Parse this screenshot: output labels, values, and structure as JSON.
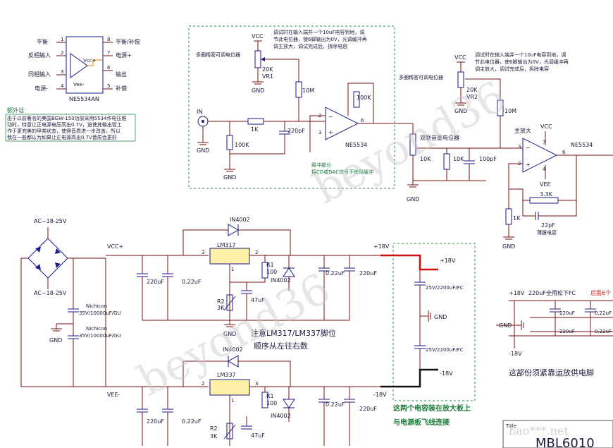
{
  "ic_pinout": {
    "pins_left": [
      "平衡",
      "反相输入",
      "同相输入",
      "电源-"
    ],
    "pins_right": [
      "平衡/补偿",
      "电源+",
      "输出",
      "补偿"
    ],
    "pin_numbers_left": [
      "1",
      "2",
      "3",
      "4"
    ],
    "pin_numbers_right": [
      "8",
      "7",
      "6",
      "5"
    ],
    "vcc": "Vcc+",
    "vee": "Vee-",
    "part": "NE5534AN"
  },
  "note": {
    "title": "额外话",
    "lines": [
      "由于以前著名的美国BGW-150功放采用5534作电压推",
      "动时，特意让正电源电压高出0.7V，迫使其输出管工",
      "作于更完美的甲类状态，使得音质进一步改善，所以",
      "我在一般都认为如果让正电源高出0.7V音质会更好"
    ]
  },
  "buffer": {
    "vcc": "VCC",
    "pot_label": "多圈精密可调电位器",
    "vr": "VR1",
    "vr_value": "20K",
    "r10m": "10M",
    "r100k": "100K",
    "in": "IN",
    "r1k": "1K",
    "r100k_in": "100K",
    "c220p": "220pF",
    "pin6": "6",
    "pin2": "2",
    "pin3": "3",
    "ic": "NE5534",
    "gnd": "GND",
    "instructions": [
      "调试时在输入端并一个10uF电容到地，调",
      "节此电位器，使6脚输出为0V，光调缓冲再",
      "调主放大，调试完成后，拆除电容"
    ],
    "caption": [
      "缓冲部分",
      "接CD或DAC信号不使用缓冲"
    ]
  },
  "main_amp": {
    "vcc": "VCC",
    "pot_label": "多圈精密可调电位器",
    "vr": "VR2",
    "vr_value": "20K",
    "r10m": "10M",
    "title": "主放大",
    "ic": "NE5534",
    "vol_pot": "双联音量电位器",
    "r10k_a": "10K",
    "r10k_b": "10K",
    "c100p": "100pF",
    "r3k3": "3.3K",
    "r1k": "1K",
    "c22p": "22pF",
    "c22p_note": "薄膜电容",
    "vee": "VEE",
    "pin6": "6",
    "pin2": "2",
    "pin3": "3",
    "pin7": "7",
    "pin4": "4",
    "gnd": "GND",
    "instructions": [
      "调试时在输入端并一个10uF电容到地，调",
      "节此电位器，使6脚输出为0V，光调缓冲再",
      "调主放大，调试完成后，拆除电容"
    ]
  },
  "psu": {
    "ac_top": "AC~18-25V",
    "ac_bot": "AC~18-25V",
    "vcc": "VCC+",
    "vee": "VEE-",
    "cap_brand_a": "Nichicon",
    "cap_val_a": "35V/10000uF/GU",
    "cap_brand_b": "Nichicon",
    "cap_val_b": "35V/10000uF/GU",
    "gnd": "GND",
    "lm317": "LM317",
    "lm337": "LM337",
    "in4002_a": "IN4002",
    "in4002_b": "IN4002",
    "in4002_c": "IN4002",
    "in4002_d": "IN4002",
    "c220u": "220uF",
    "c022u": "0.22uF",
    "r1": "R1",
    "r1_val": "100",
    "r2": "R2",
    "r2_val": "3K",
    "c47u": "47uF",
    "pin1": "1",
    "pin2": "2",
    "pin3": "3",
    "out_pos": "+18V",
    "out_neg": "-18V",
    "note": [
      "注意LM317/LM337脚位",
      "顺序从左往右数"
    ]
  },
  "bypass": {
    "pos": "+18V",
    "neg": "-18V",
    "cap_a": "25V/2200uF/FC",
    "cap_b": "25V/2200uF/FC",
    "gnd": "GND",
    "caption": [
      "这两个电容装在放大板上",
      "与电源板飞线连接"
    ]
  },
  "right_supply": {
    "pos": "+18V",
    "neg": "-18V",
    "title": "220uF全用松下FC",
    "title_red": "后面6个",
    "c220u": "220uF",
    "c022u": "0.22uF",
    "gnd": "GND",
    "footer": "这部份须紧靠运放供电脚"
  },
  "title_block": {
    "title_label": "Title",
    "title": "MBL6010"
  },
  "watermark": {
    "text": "beyond36",
    "text2": "beyond36",
    "logo": "hao***.net"
  },
  "colors": {
    "wire": "#7a0f0f",
    "component": "#1a1a8a",
    "text": "#1a1a3a",
    "dash": "#2a8a4a",
    "highlight": "#d01010",
    "regulator_fill": "#fff2a8"
  }
}
